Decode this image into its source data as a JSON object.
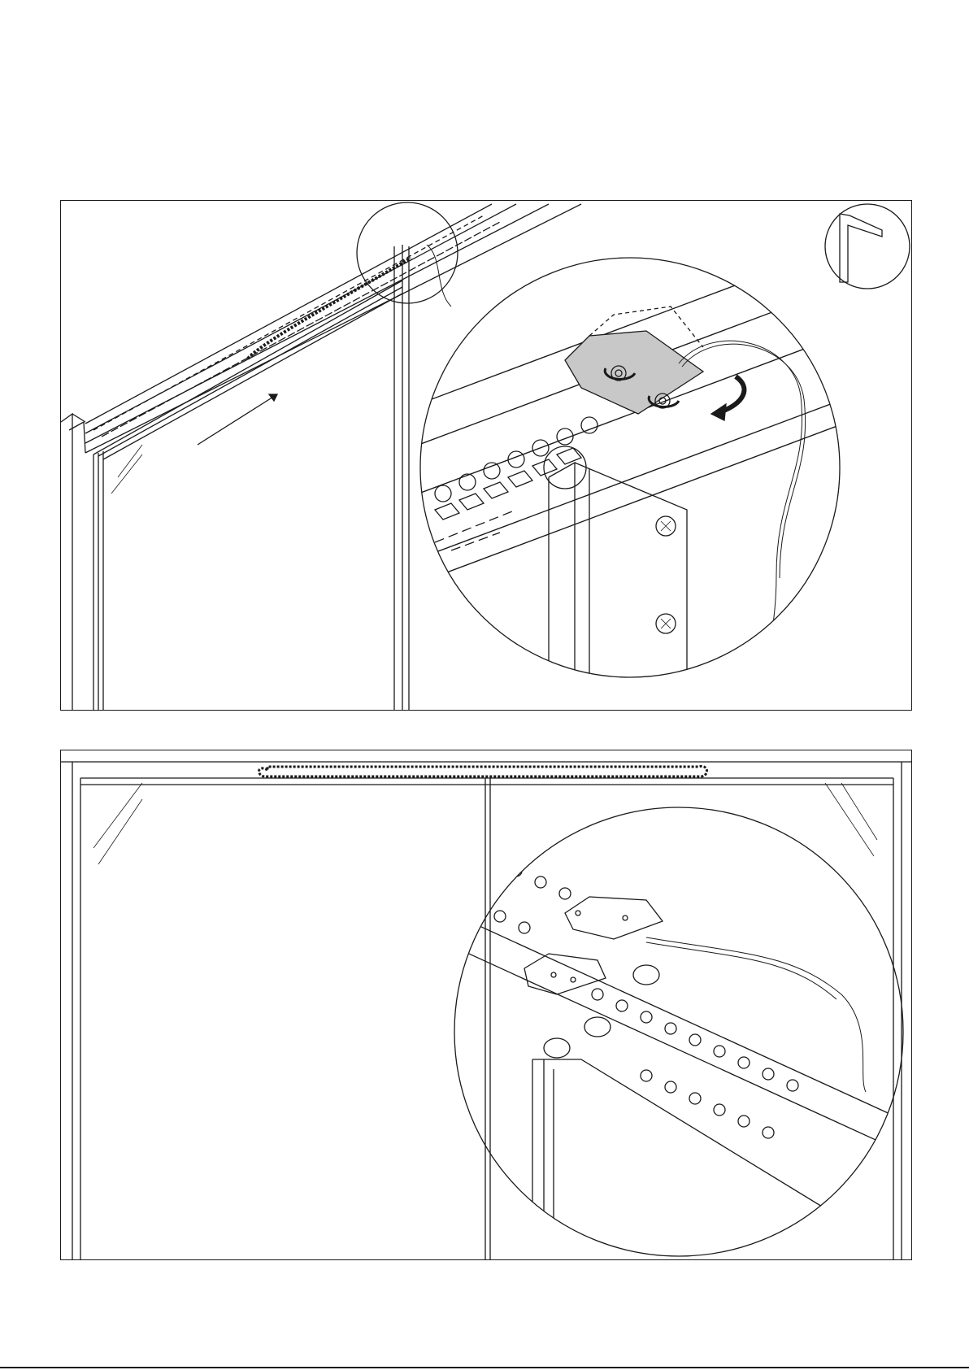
{
  "document": {
    "type": "installation-illustration",
    "panels": [
      {
        "id": "step-1",
        "view": "perspective",
        "icons": [
          "sliding-door",
          "arrow-icon",
          "detail-magnifier",
          "hex-key-icon",
          "rotate-arrow-icon",
          "screw-icon"
        ]
      },
      {
        "id": "step-2",
        "view": "front",
        "icons": [
          "double-sliding-door",
          "chain-drive",
          "detail-magnifier",
          "pulley-bracket"
        ]
      }
    ],
    "colors": {
      "line": "#1a1a1a",
      "fill_highlight": "#c8c8c8",
      "background": "#ffffff"
    }
  }
}
